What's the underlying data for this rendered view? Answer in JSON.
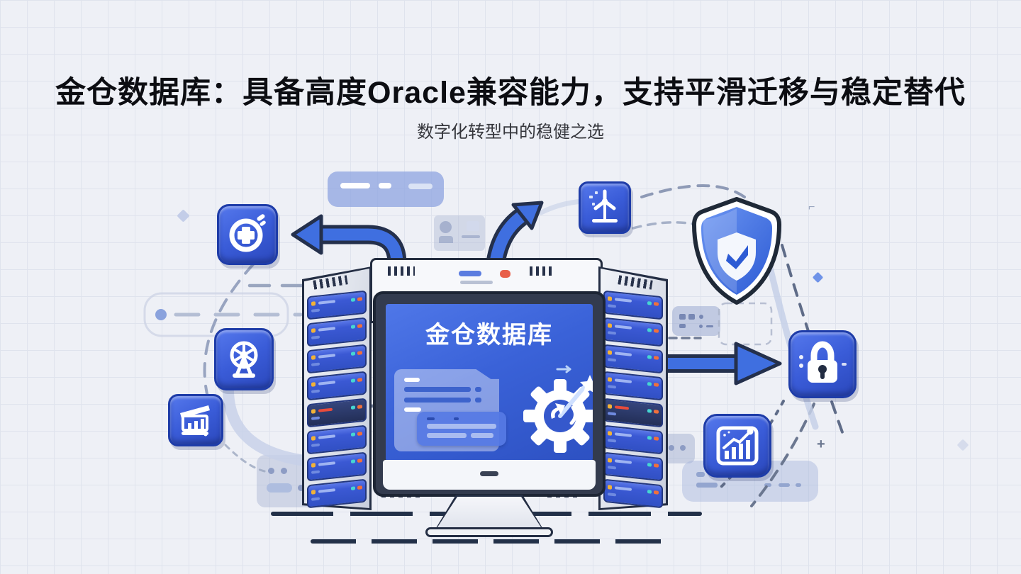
{
  "header": {
    "title": "金仓数据库：具备高度Oracle兼容能力，支持平滑迁移与稳定替代",
    "subtitle": "数字化转型中的稳健之选"
  },
  "monitor": {
    "screen_label": "金仓数据库"
  },
  "icons": {
    "left": [
      "medical-plus-icon",
      "ferris-wheel-icon",
      "bank-chart-icon"
    ],
    "right": [
      "wind-turbine-icon",
      "security-shield-icon",
      "padlock-icon",
      "analytics-chart-icon"
    ],
    "screen": [
      "document-icon",
      "gear-star-icon"
    ]
  },
  "colors": {
    "background": "#eef0f6",
    "grid_line": "#dfe3ed",
    "title_text": "#0c0d12",
    "subtitle_text": "#35363c",
    "accent_blue": "#3a5cd8",
    "screen_blue": "#3a62d8",
    "tile_border": "#1e3ca8",
    "outline_dark": "#232c3e",
    "arrow_blue": "#3f6fe0",
    "alert_red": "#e8604a",
    "led_yellow": "#f2b237",
    "led_cyan": "#45d6d2",
    "led_orange": "#f0703c"
  }
}
